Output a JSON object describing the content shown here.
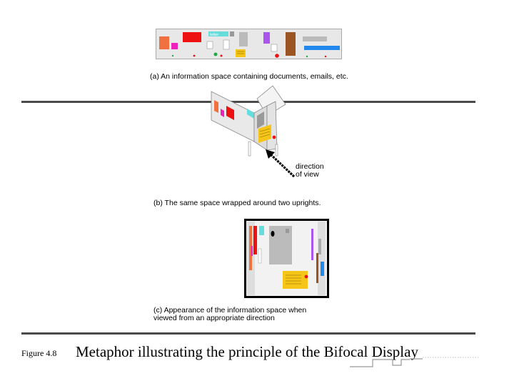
{
  "diagram": {
    "caption_a": "(a) An information space containing documents, emails, etc.",
    "caption_b": "(b) The same space wrapped around two uprights.",
    "caption_c_line1": "(c) Appearance of the information space when",
    "caption_c_line2": "viewed from an appropriate direction",
    "direction_line1": "direction",
    "direction_line2": "of view",
    "panel_a_tag": "letter",
    "colors": {
      "orange": "#f07040",
      "red": "#ee1111",
      "magenta": "#ee22bb",
      "purple": "#aa55ee",
      "brown": "#9a5522",
      "blue": "#2288ee",
      "yellow": "#f5c518",
      "gray": "#bbbbbb",
      "cyan": "#66dddd"
    }
  },
  "figure": {
    "label": "Figure 4.8",
    "title": "Metaphor illustrating the principle of the Bifocal Display"
  }
}
